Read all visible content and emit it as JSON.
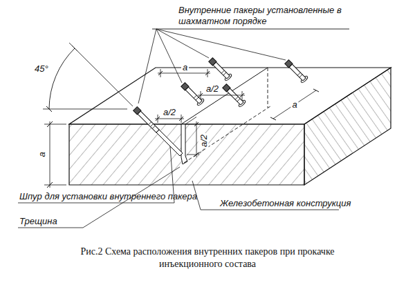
{
  "diagram": {
    "caption": "Рис.2 Схема расположения внутренних пакеров при прокачке инъекционного состава",
    "labels": [
      "Внутренние пакеры установленные в шахматном порядке",
      "45°",
      "a",
      "a/2",
      "a/2",
      "a/2",
      "a",
      "a",
      "Шпур для установки внутреннего пакера",
      "Трещина",
      "Железобетонная конструкция"
    ]
  }
}
